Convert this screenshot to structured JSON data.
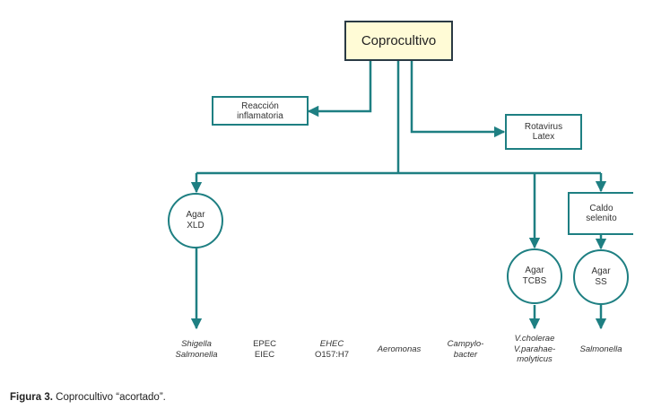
{
  "colors": {
    "line": "#1e7f82",
    "root_fill": "#fffbd6",
    "root_border": "#2a3a44"
  },
  "root": {
    "label": "Coprocultivo"
  },
  "boxes": {
    "reaccion": [
      "Reacción",
      "inflamatoria"
    ],
    "rotavirus": [
      "Rotavirus",
      "Latex"
    ],
    "caldo": [
      "Caldo",
      "selenito"
    ]
  },
  "agars": {
    "xld": [
      "Agar",
      "XLD"
    ],
    "tcbs": [
      "Agar",
      "TCBS"
    ],
    "ss": [
      "Agar",
      "SS"
    ]
  },
  "organisms": {
    "shigella_salmonella": [
      "Shigella",
      "Salmonella"
    ],
    "epec_eiec": [
      "EPEC",
      "EIEC"
    ],
    "ehec": [
      "EHEC",
      "O157:H7"
    ],
    "aeromonas": [
      "Aeromonas"
    ],
    "campylobacter": [
      "Campylo-",
      "bacter"
    ],
    "vibrio": [
      "V.cholerae",
      "V.parahae-",
      "molyticus"
    ],
    "salmonella": [
      "Salmonella"
    ]
  },
  "caption": {
    "label": "Figura 3.",
    "text": " Coprocultivo “acortado”."
  }
}
